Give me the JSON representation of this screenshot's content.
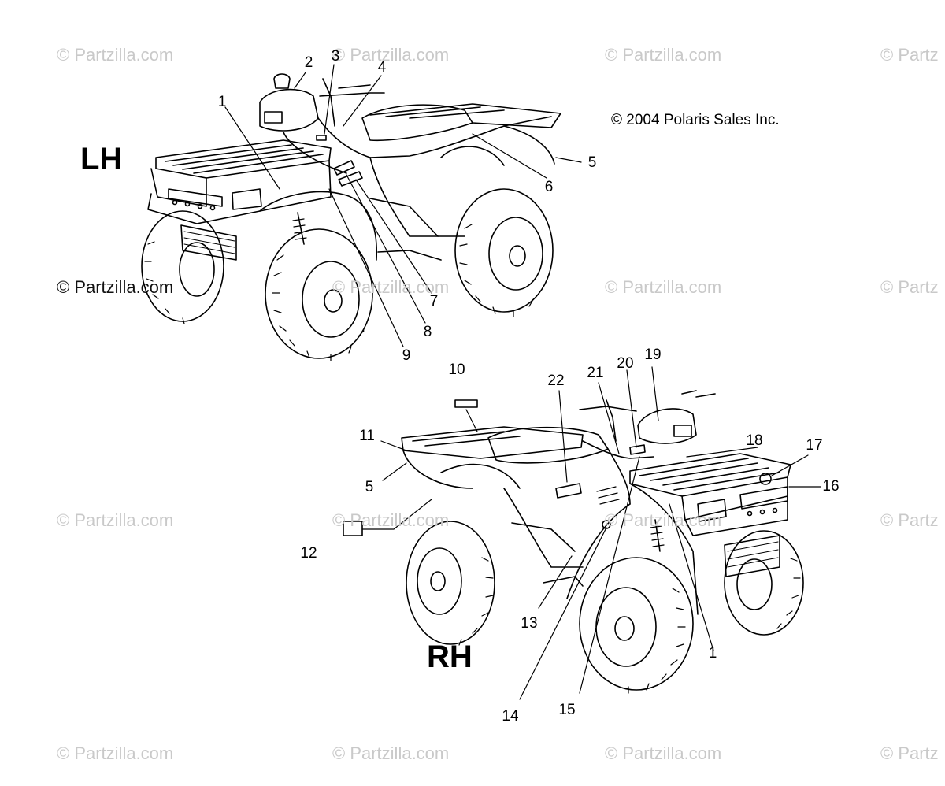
{
  "diagram": {
    "copyright": "© 2004 Polaris Sales Inc.",
    "views": [
      {
        "label": "LH"
      },
      {
        "label": "RH"
      }
    ],
    "watermark_text": "© Partzilla.com",
    "watermark_text_cut": "© Partz",
    "callouts": [
      "1",
      "2",
      "3",
      "4",
      "5",
      "6",
      "7",
      "8",
      "9",
      "10",
      "11",
      "12",
      "13",
      "14",
      "15",
      "16",
      "17",
      "18",
      "19",
      "20",
      "21",
      "22"
    ]
  }
}
